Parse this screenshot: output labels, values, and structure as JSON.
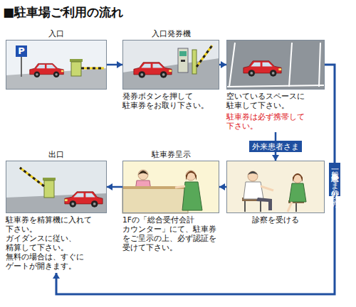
{
  "diagram": {
    "title": "■駐車場ご利用の流れ",
    "nodes": [
      {
        "text": [
          "入口"
        ]
      },
      {
        "text": [
          "入口発券機",
          "発券ボタンを押して 駐車券をお取り下さい。"
        ]
      },
      {
        "text": [
          "空いているスペースに 駐車して下さい。",
          "駐車券は必ず携帯して 下さい。"
        ]
      },
      {
        "text": [
          "診察を受ける"
        ]
      },
      {
        "text": [
          "駐車券呈示",
          "1Fの「総合受付会計 カウンター」にて、駐車券 をご呈示の上、必ず認証を 受けて下さい。"
        ]
      },
      {
        "text": [
          "出口",
          "駐車券を精算機に入れて 下さい。 ガイダンスに従い、 精算して下さい。 無料の場合は、すぐに ゲートが開きます。"
        ]
      }
    ],
    "edges": [
      {
        "from": 0,
        "to": 1,
        "arrow": "to"
      },
      {
        "from": 1,
        "to": 2,
        "arrow": "to"
      },
      {
        "from": 2,
        "to": 3,
        "label": "外来患者さま",
        "arrow": "to"
      },
      {
        "from": 3,
        "to": 4,
        "arrow": "to"
      },
      {
        "from": 4,
        "to": 5,
        "arrow": "to"
      },
      {
        "from": 2,
        "to": 5,
        "label": "一般 外来患者さま以外の方",
        "arrow": "to"
      }
    ],
    "labels": [
      "P"
    ]
  }
}
